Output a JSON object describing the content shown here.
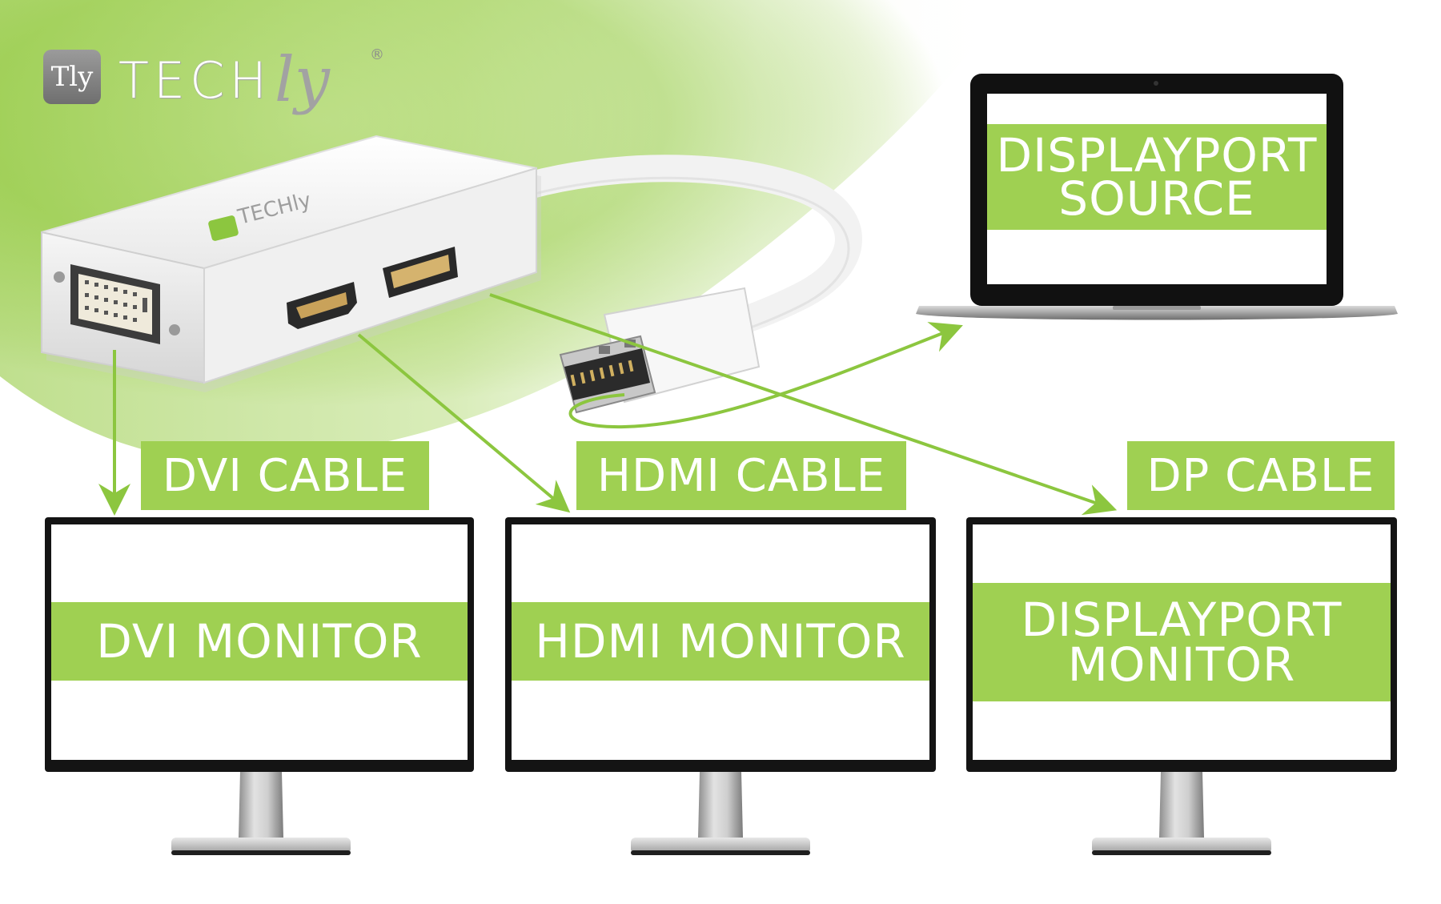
{
  "brand": {
    "mark": "Tly",
    "name_main": "TECH",
    "name_script": "ly",
    "registered": "®"
  },
  "source": {
    "lines": [
      "DISPLAYPORT",
      "SOURCE"
    ]
  },
  "cables": [
    {
      "label": "DVI CABLE"
    },
    {
      "label": "HDMI CABLE"
    },
    {
      "label": "DP CABLE"
    }
  ],
  "monitors": [
    {
      "lines": [
        "DVI MONITOR"
      ]
    },
    {
      "lines": [
        "HDMI MONITOR"
      ]
    },
    {
      "lines": [
        "DISPLAYPORT",
        "MONITOR"
      ]
    }
  ],
  "adapter_brand": "TECHly",
  "colors": {
    "accent_green": "#9fd052",
    "arrow_green": "#8cc63f",
    "bezel": "#141414",
    "background": "#ffffff"
  }
}
